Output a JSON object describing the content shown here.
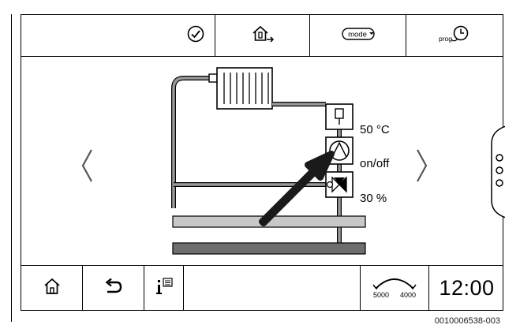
{
  "topbar": {
    "items": [
      {
        "icon": "check-circle-icon"
      },
      {
        "icon": "home-heating-icon"
      },
      {
        "icon": "mode-icon",
        "label": "mode"
      },
      {
        "icon": "prog-clock-icon",
        "label": "prog"
      }
    ]
  },
  "diagram": {
    "temperature": "50 °C",
    "pump_state": "on/off",
    "valve_position": "30 %"
  },
  "bottombar": {
    "counter_low": "5000",
    "counter_high": "4000",
    "time": "12:00"
  },
  "reference": "0010006538-003",
  "colors": {
    "line": "#000000",
    "pipe_gray": "#9a9a9a",
    "pipe_light": "#c8c8c8",
    "pipe_dark": "#6e6e6e",
    "arrow": "#1a1a1a"
  }
}
